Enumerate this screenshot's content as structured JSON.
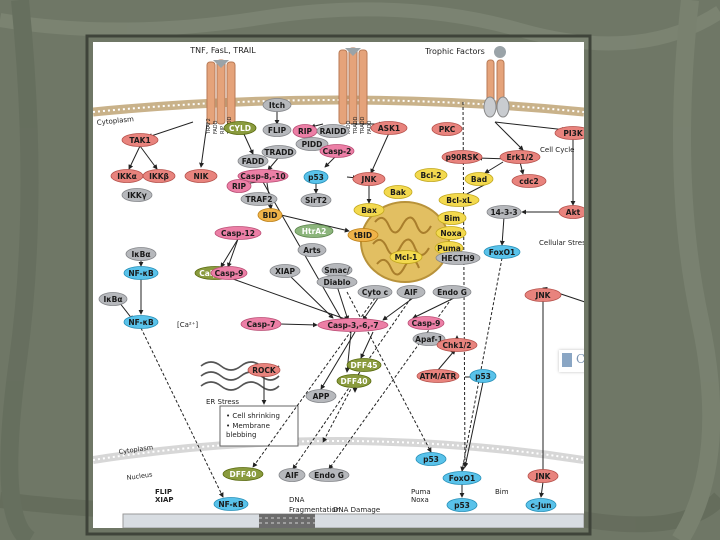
{
  "diagram": {
    "ligand_labels": [
      "TNF, FasL, TRAIL",
      "Trophic Factors"
    ],
    "compartments": [
      "Cytoplasm",
      "Cytoplasm",
      "Nucleus"
    ],
    "receptor_labels": [
      "TRAF2",
      "FADD",
      "RIP",
      "TRADD",
      "RIP",
      "FADD",
      "TRADD",
      "TRADD",
      "FADD"
    ],
    "annotations": [
      "Cell Cycle",
      "Cellular Stress",
      "[Ca²⁺]",
      "ER Stress",
      "• Cell shrinking",
      "• Membrane",
      "  blebbing",
      "DNA",
      "Fragmentation",
      "DNA Damage",
      "FLIP",
      "XIAP",
      "Bim",
      "Puma",
      "Noxa"
    ],
    "nodes": [
      {
        "label": "TAK1",
        "type": "red"
      },
      {
        "label": "IKKα",
        "type": "red"
      },
      {
        "label": "IKKβ",
        "type": "red"
      },
      {
        "label": "IKKγ",
        "type": "gray"
      },
      {
        "label": "NIK",
        "type": "red"
      },
      {
        "label": "CYLD",
        "type": "olive"
      },
      {
        "label": "Itch",
        "type": "gray"
      },
      {
        "label": "FLIP",
        "type": "gray"
      },
      {
        "label": "FADD",
        "type": "gray"
      },
      {
        "label": "TRADD",
        "type": "gray"
      },
      {
        "label": "Casp-8,-10",
        "type": "pink"
      },
      {
        "label": "RIP",
        "type": "pink"
      },
      {
        "label": "TRAF2",
        "type": "gray"
      },
      {
        "label": "RIP",
        "type": "pink"
      },
      {
        "label": "RAIDD",
        "type": "gray"
      },
      {
        "label": "PIDD",
        "type": "gray"
      },
      {
        "label": "Casp-2",
        "type": "pink"
      },
      {
        "label": "ASK1",
        "type": "red"
      },
      {
        "label": "PKC",
        "type": "red"
      },
      {
        "label": "PI3K",
        "type": "red"
      },
      {
        "label": "p90RSK",
        "type": "red"
      },
      {
        "label": "Erk1/2",
        "type": "red"
      },
      {
        "label": "p53",
        "type": "blue"
      },
      {
        "label": "JNK",
        "type": "red"
      },
      {
        "label": "Bcl-2",
        "type": "yellow"
      },
      {
        "label": "Bad",
        "type": "yellow"
      },
      {
        "label": "cdc2",
        "type": "red"
      },
      {
        "label": "Bak",
        "type": "yellow"
      },
      {
        "label": "Bcl-xL",
        "type": "yellow"
      },
      {
        "label": "14-3-3",
        "type": "gray"
      },
      {
        "label": "Akt",
        "type": "red"
      },
      {
        "label": "SirT2",
        "type": "gray"
      },
      {
        "label": "BID",
        "type": "orange"
      },
      {
        "label": "Bax",
        "type": "yellow"
      },
      {
        "label": "Bim",
        "type": "yellow"
      },
      {
        "label": "Noxa",
        "type": "yellow"
      },
      {
        "label": "HtrA2",
        "type": "green"
      },
      {
        "label": "tBID",
        "type": "orange"
      },
      {
        "label": "Arts",
        "type": "gray"
      },
      {
        "label": "Puma",
        "type": "yellow"
      },
      {
        "label": "Mcl-1",
        "type": "yellow"
      },
      {
        "label": "HECTH9",
        "type": "gray"
      },
      {
        "label": "FoxO1",
        "type": "blue"
      },
      {
        "label": "Casp-12",
        "type": "pink"
      },
      {
        "label": "IκBα",
        "type": "gray"
      },
      {
        "label": "NF-κB",
        "type": "blue"
      },
      {
        "label": "Calpain",
        "type": "olive"
      },
      {
        "label": "Casp-9",
        "type": "pink"
      },
      {
        "label": "XIAP",
        "type": "gray"
      },
      {
        "label": "Smac/",
        "type": "gray"
      },
      {
        "label": "Diablo",
        "type": "gray"
      },
      {
        "label": "IκBα",
        "type": "gray"
      },
      {
        "label": "Cyto c",
        "type": "gray"
      },
      {
        "label": "AIF",
        "type": "gray"
      },
      {
        "label": "Endo G",
        "type": "gray"
      },
      {
        "label": "JNK",
        "type": "red"
      },
      {
        "label": "NF-κB",
        "type": "blue"
      },
      {
        "label": "Casp-7",
        "type": "pink"
      },
      {
        "label": "Casp-3,-6,-7",
        "type": "pink"
      },
      {
        "label": "Casp-9",
        "type": "pink"
      },
      {
        "label": "Apaf-1",
        "type": "gray"
      },
      {
        "label": "Chk1/2",
        "type": "red"
      },
      {
        "label": "DFF45",
        "type": "olive"
      },
      {
        "label": "DFF40",
        "type": "olive"
      },
      {
        "label": "ROCK",
        "type": "red"
      },
      {
        "label": "ATM/ATR",
        "type": "red"
      },
      {
        "label": "p53",
        "type": "blue"
      },
      {
        "label": "APP",
        "type": "gray"
      },
      {
        "label": "p53",
        "type": "blue"
      },
      {
        "label": "DFF40",
        "type": "olive"
      },
      {
        "label": "AIF",
        "type": "gray"
      },
      {
        "label": "Endo G",
        "type": "gray"
      },
      {
        "label": "FoxO1",
        "type": "blue"
      },
      {
        "label": "JNK",
        "type": "red"
      },
      {
        "label": "NF-κB",
        "type": "blue"
      },
      {
        "label": "p53",
        "type": "blue"
      },
      {
        "label": "c-Jun",
        "type": "blue"
      }
    ],
    "watermark": "Cell Signaling"
  },
  "colors": {
    "background": "#6f7766",
    "panel": "#ffffff",
    "red": "#e8837d",
    "pink": "#ec7fa6",
    "gray": "#b6b8bc",
    "blue": "#59c2ea",
    "yellow": "#f3d94e",
    "orange": "#f0b349",
    "olive": "#8a9b3e",
    "green": "#8cb57c",
    "mitochondrion": "#e2bf62",
    "membrane": "#c9b28a",
    "nuclear_membrane": "#d7d7d7"
  }
}
